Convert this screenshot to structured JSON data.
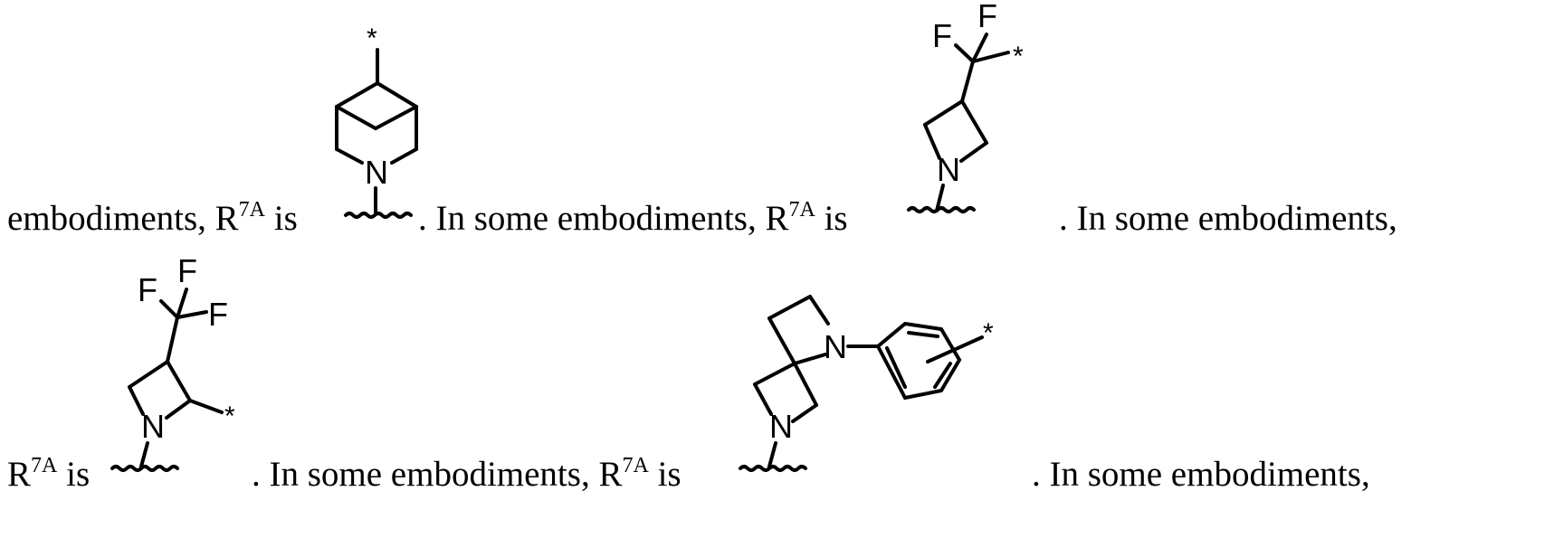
{
  "text": {
    "line1": {
      "seg1": "embodiments, R",
      "sup1": "7A",
      "seg2": " is",
      "seg3": ".  In some embodiments, R",
      "sup2": "7A",
      "seg4": " is",
      "seg5": ".  In some embodiments,"
    },
    "line2": {
      "seg1": "R",
      "sup1": "7A",
      "seg2": " is",
      "seg3": ".  In some embodiments, R",
      "sup2": "7A",
      "seg4": " is",
      "seg5": ".  In some embodiments,"
    }
  },
  "structures": {
    "bicyclic": {
      "n_label": "N",
      "attach": "*"
    },
    "azetidine_cf2": {
      "n_label": "N",
      "f1": "F",
      "f2": "F",
      "attach": "*"
    },
    "azetidine_cf3": {
      "n_label": "N",
      "f1": "F",
      "f2": "F",
      "f3": "F",
      "attach": "*"
    },
    "spiro_phenyl": {
      "n1_label": "N",
      "n2_label": "N",
      "attach": "*"
    }
  }
}
